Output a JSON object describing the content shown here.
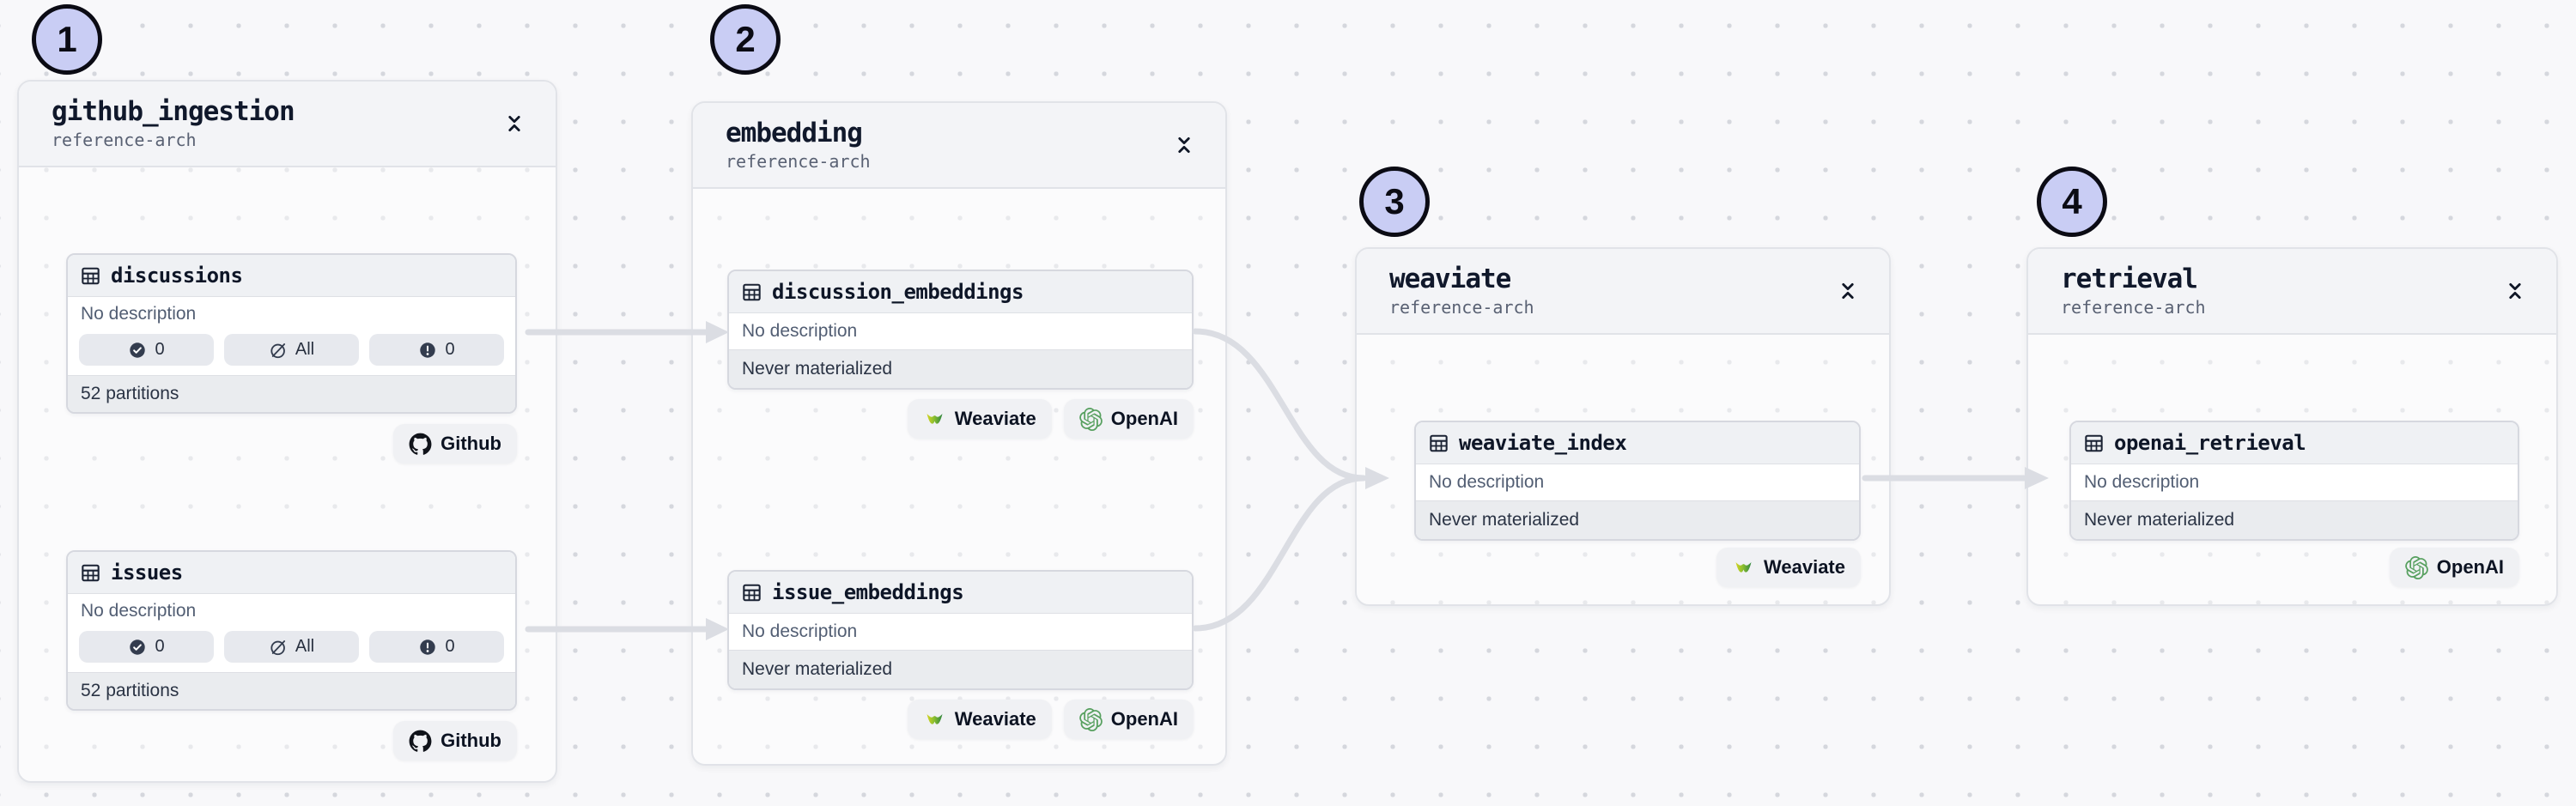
{
  "steps": [
    "1",
    "2",
    "3",
    "4"
  ],
  "groups": [
    {
      "title": "github_ingestion",
      "subtitle": "reference-arch"
    },
    {
      "title": "embedding",
      "subtitle": "reference-arch"
    },
    {
      "title": "weaviate",
      "subtitle": "reference-arch"
    },
    {
      "title": "retrieval",
      "subtitle": "reference-arch"
    }
  ],
  "assets": [
    {
      "title": "discussions",
      "description": "No description",
      "checks": "0",
      "missing": "All",
      "failed": "0",
      "footer": "52 partitions"
    },
    {
      "title": "issues",
      "description": "No description",
      "checks": "0",
      "missing": "All",
      "failed": "0",
      "footer": "52 partitions"
    },
    {
      "title": "discussion_embeddings",
      "description": "No description",
      "footer": "Never materialized"
    },
    {
      "title": "issue_embeddings",
      "description": "No description",
      "footer": "Never materialized"
    },
    {
      "title": "weaviate_index",
      "description": "No description",
      "footer": "Never materialized"
    },
    {
      "title": "openai_retrieval",
      "description": "No description",
      "footer": "Never materialized"
    }
  ],
  "badges": {
    "github": "Github",
    "weaviate": "Weaviate",
    "openai": "OpenAI"
  },
  "colors": {
    "annotation_fill": "#C9CDF4",
    "edge": "#DBDDE3",
    "openai_green": "#57A05F",
    "weaviate_green": "#2E8540",
    "weaviate_yellow": "#D4D422",
    "canvas": "#F8F8FA"
  }
}
